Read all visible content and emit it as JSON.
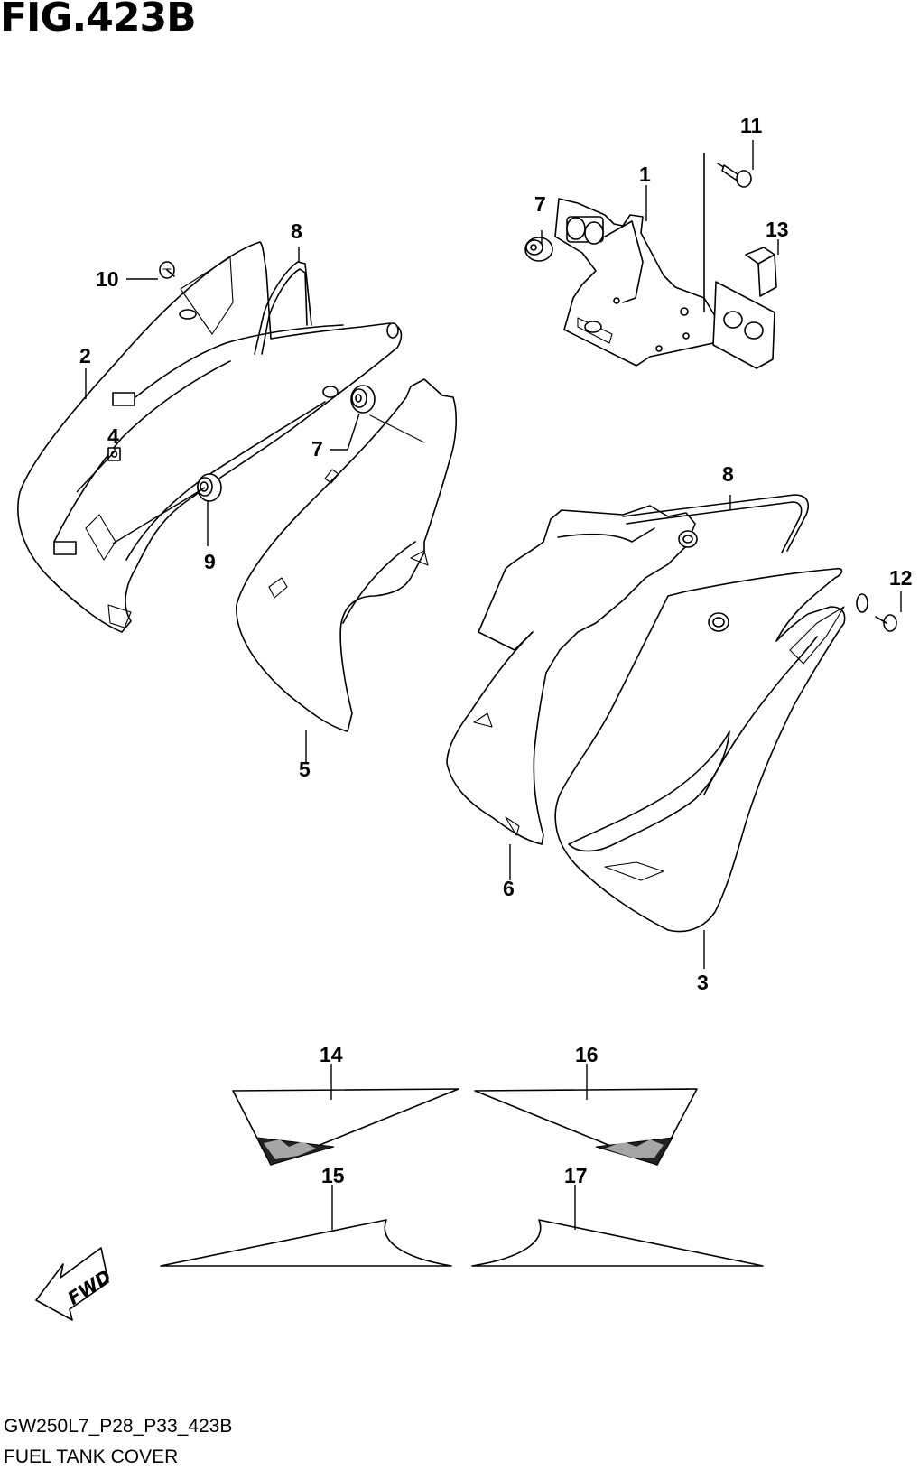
{
  "figure": {
    "title": "FIG.423B",
    "code": "GW250L7_P28_P33_423B",
    "name": "FUEL TANK COVER",
    "direction_mark": "FWD"
  },
  "parts": [
    {
      "id": "1",
      "label": "1"
    },
    {
      "id": "2",
      "label": "2"
    },
    {
      "id": "3",
      "label": "3"
    },
    {
      "id": "4",
      "label": "4"
    },
    {
      "id": "5",
      "label": "5"
    },
    {
      "id": "6",
      "label": "6"
    },
    {
      "id": "7a",
      "label": "7"
    },
    {
      "id": "7b",
      "label": "7"
    },
    {
      "id": "8a",
      "label": "8"
    },
    {
      "id": "8b",
      "label": "8"
    },
    {
      "id": "9",
      "label": "9"
    },
    {
      "id": "10",
      "label": "10"
    },
    {
      "id": "11",
      "label": "11"
    },
    {
      "id": "12",
      "label": "12"
    },
    {
      "id": "13",
      "label": "13"
    },
    {
      "id": "14",
      "label": "14"
    },
    {
      "id": "15",
      "label": "15"
    },
    {
      "id": "16",
      "label": "16"
    },
    {
      "id": "17",
      "label": "17"
    }
  ]
}
